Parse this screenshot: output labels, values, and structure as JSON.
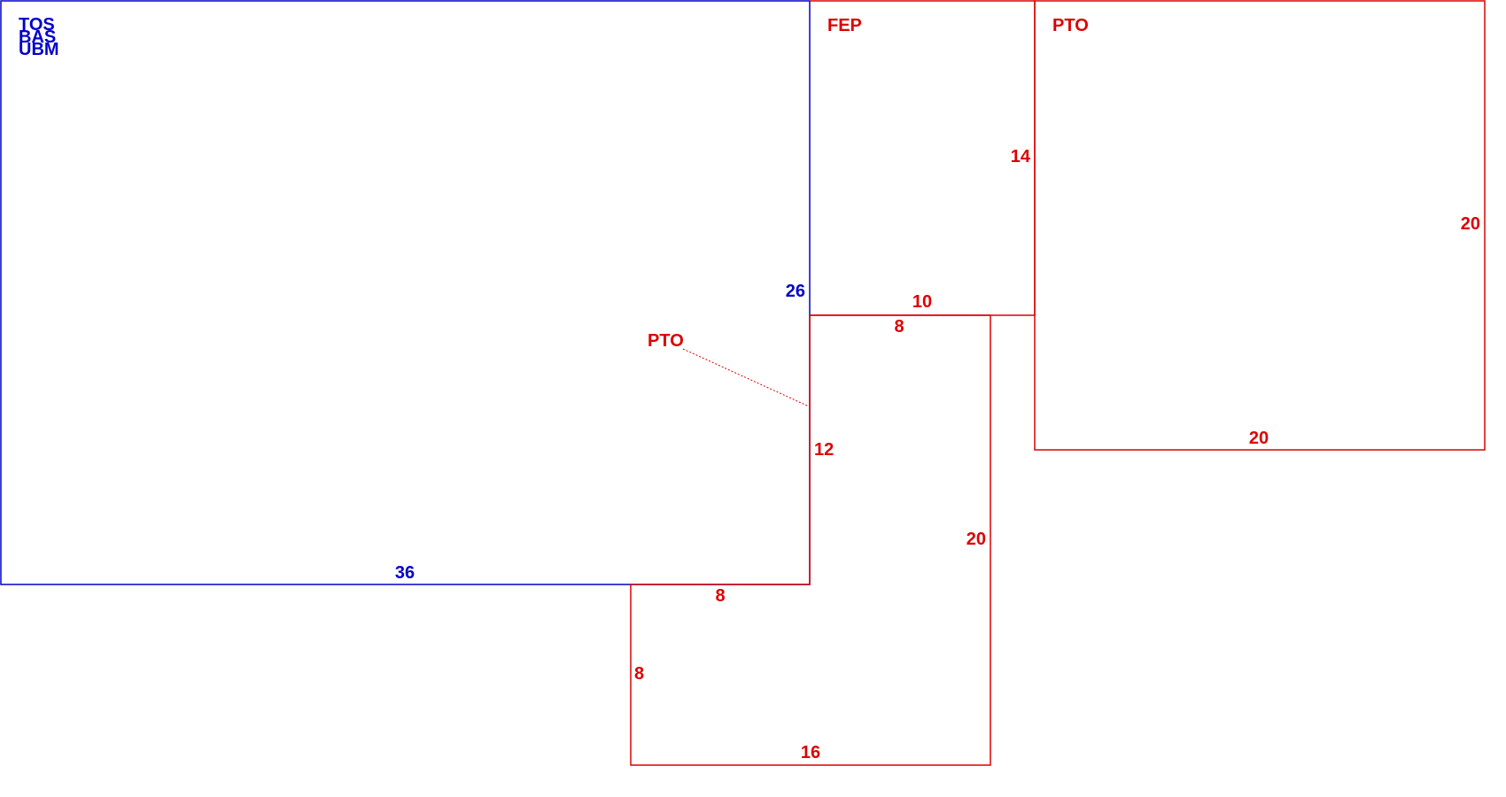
{
  "colors": {
    "main": "#0000cc",
    "secondary": "#dd0000",
    "leader": "#dd0000"
  },
  "main_area": {
    "labels": [
      "TOS",
      "BAS",
      "UBM"
    ],
    "dim_right": "26",
    "dim_bottom": "36"
  },
  "fep_room": {
    "label": "FEP",
    "dim_right": "14",
    "dim_bottom": "10"
  },
  "pto_room": {
    "label": "PTO",
    "dim_right": "20",
    "dim_bottom": "20"
  },
  "pto_lower": {
    "label": "PTO",
    "dim_top": "8",
    "dim_left_upper": "12",
    "dim_right": "20",
    "dim_notch_top": "8",
    "dim_left_lower": "8",
    "dim_bottom": "16"
  }
}
